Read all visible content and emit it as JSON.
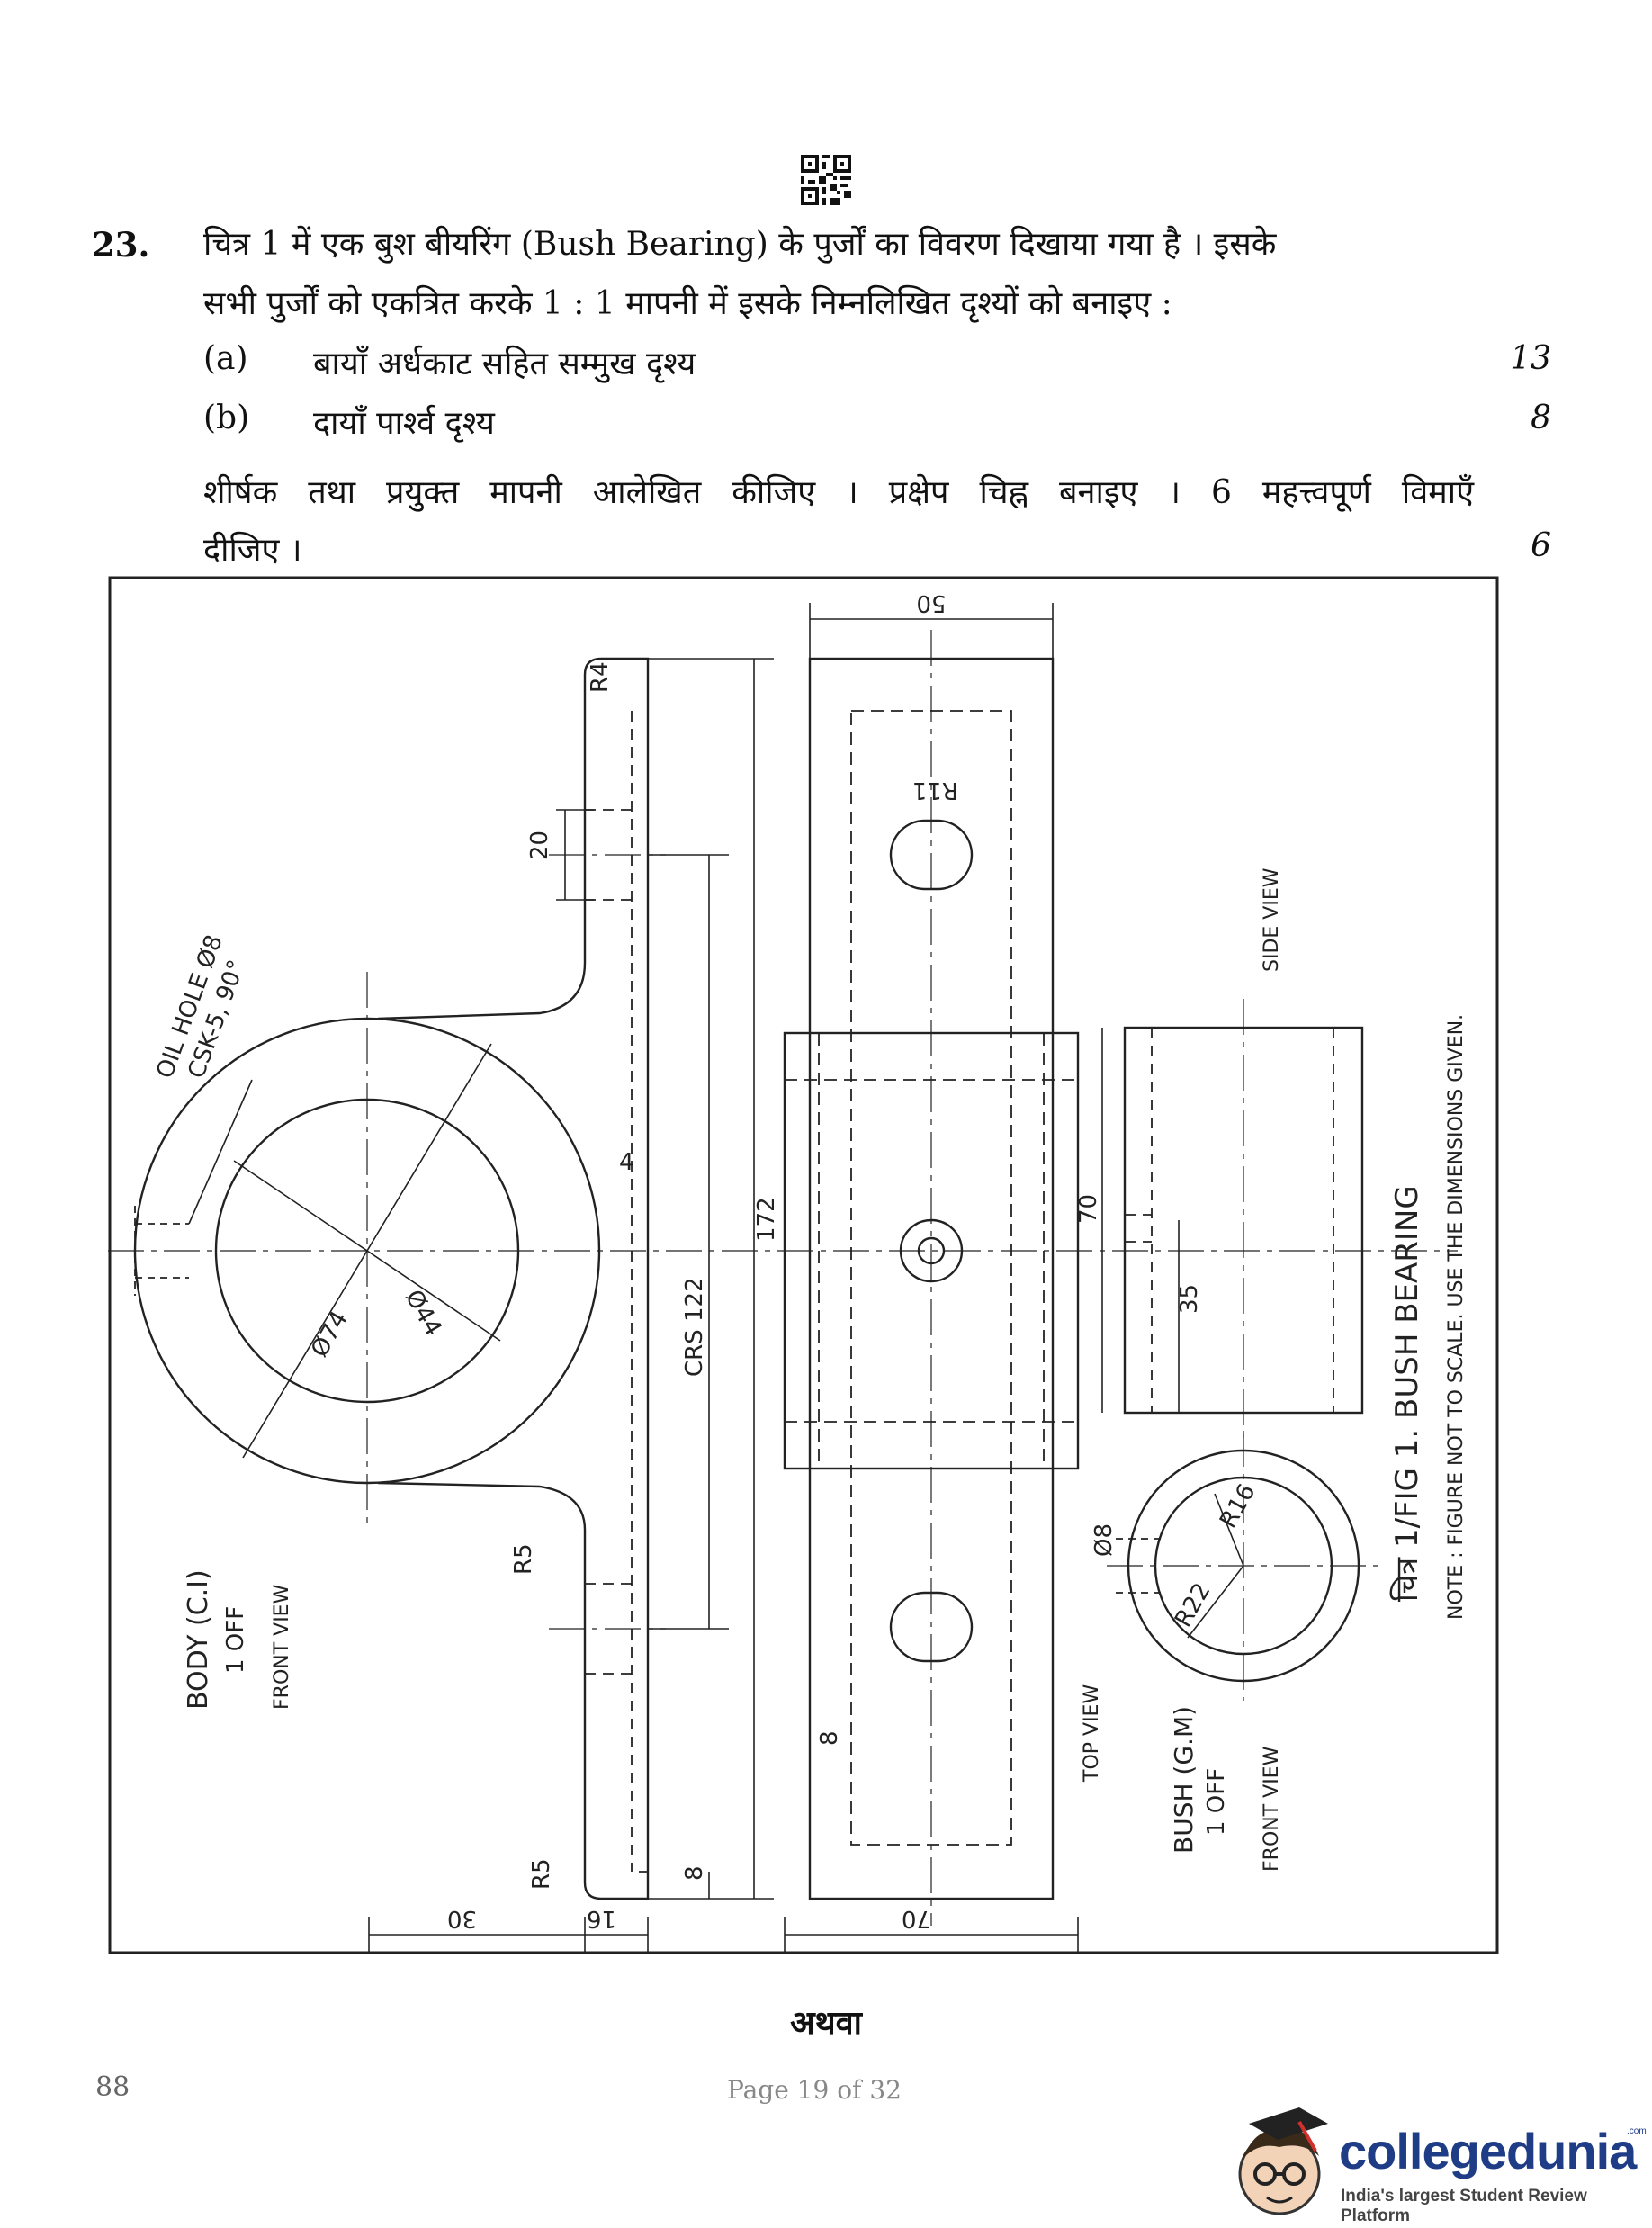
{
  "question": {
    "number": "23.",
    "line1": "चित्र 1 में एक बुश बीयरिंग (Bush Bearing) के पुर्जों का विवरण दिखाया गया है । इसके",
    "line2": "सभी पुर्जों को एकत्रित करके 1 : 1 मापनी में इसके निम्नलिखित दृश्यों को बनाइए :",
    "parts": [
      {
        "label": "(a)",
        "text": "बायाँ अर्धकाट सहित सम्मुख दृश्य",
        "marks": "13"
      },
      {
        "label": "(b)",
        "text": "दायाँ पार्श्व दृश्य",
        "marks": "8"
      }
    ],
    "instruction_line1": "शीर्षक तथा प्रयुक्त मापनी आलेखित कीजिए । प्रक्षेप चिह्न बनाइए । 6 महत्त्वपूर्ण विमाएँ",
    "instruction_line2": "दीजिए ।",
    "instruction_marks": "6"
  },
  "drawing": {
    "dims": {
      "top_width": "50",
      "r4": "R4",
      "slot_width": "20",
      "slot_radius": "R11",
      "dia_outer": "Ø74",
      "dia_inner": "Ø44",
      "wall": "4",
      "crs": "CRS 122",
      "length": "172",
      "r5_upper": "R5",
      "r5_lower": "R5",
      "base_thickness": "8",
      "bottom_30": "30",
      "bottom_16": "16",
      "bottom_70": "70",
      "inner_offset": "8",
      "bush_length": "70",
      "bush_half": "35",
      "bush_oil_dia": "Ø8",
      "bush_r16": "R16",
      "bush_r22": "R22"
    },
    "labels": {
      "oil_hole_1": "OIL HOLE Ø8",
      "oil_hole_2": "CSK-5, 90°",
      "body_title": "BODY (C.I)",
      "body_qty": "1 OFF",
      "body_view": "FRONT VIEW",
      "top_view": "TOP VIEW",
      "side_view": "SIDE VIEW",
      "bush_title": "BUSH (G.M)",
      "bush_qty": "1 OFF",
      "bush_view": "FRONT VIEW",
      "figure_title": "चित्र 1/FIG 1. BUSH BEARING",
      "note": "NOTE : FIGURE NOT TO SCALE. USE THE DIMENSIONS GIVEN."
    }
  },
  "or_text": "अथवा",
  "footer": {
    "page_num": "88",
    "page_text": "Page 19 of 32"
  },
  "brand": {
    "name": "collegedunia",
    "tagline": "India's largest Student Review Platform",
    "com": ".com"
  },
  "colors": {
    "brand_blue": "#1f3c87",
    "brand_red": "#d0312d",
    "ink": "#222222"
  }
}
